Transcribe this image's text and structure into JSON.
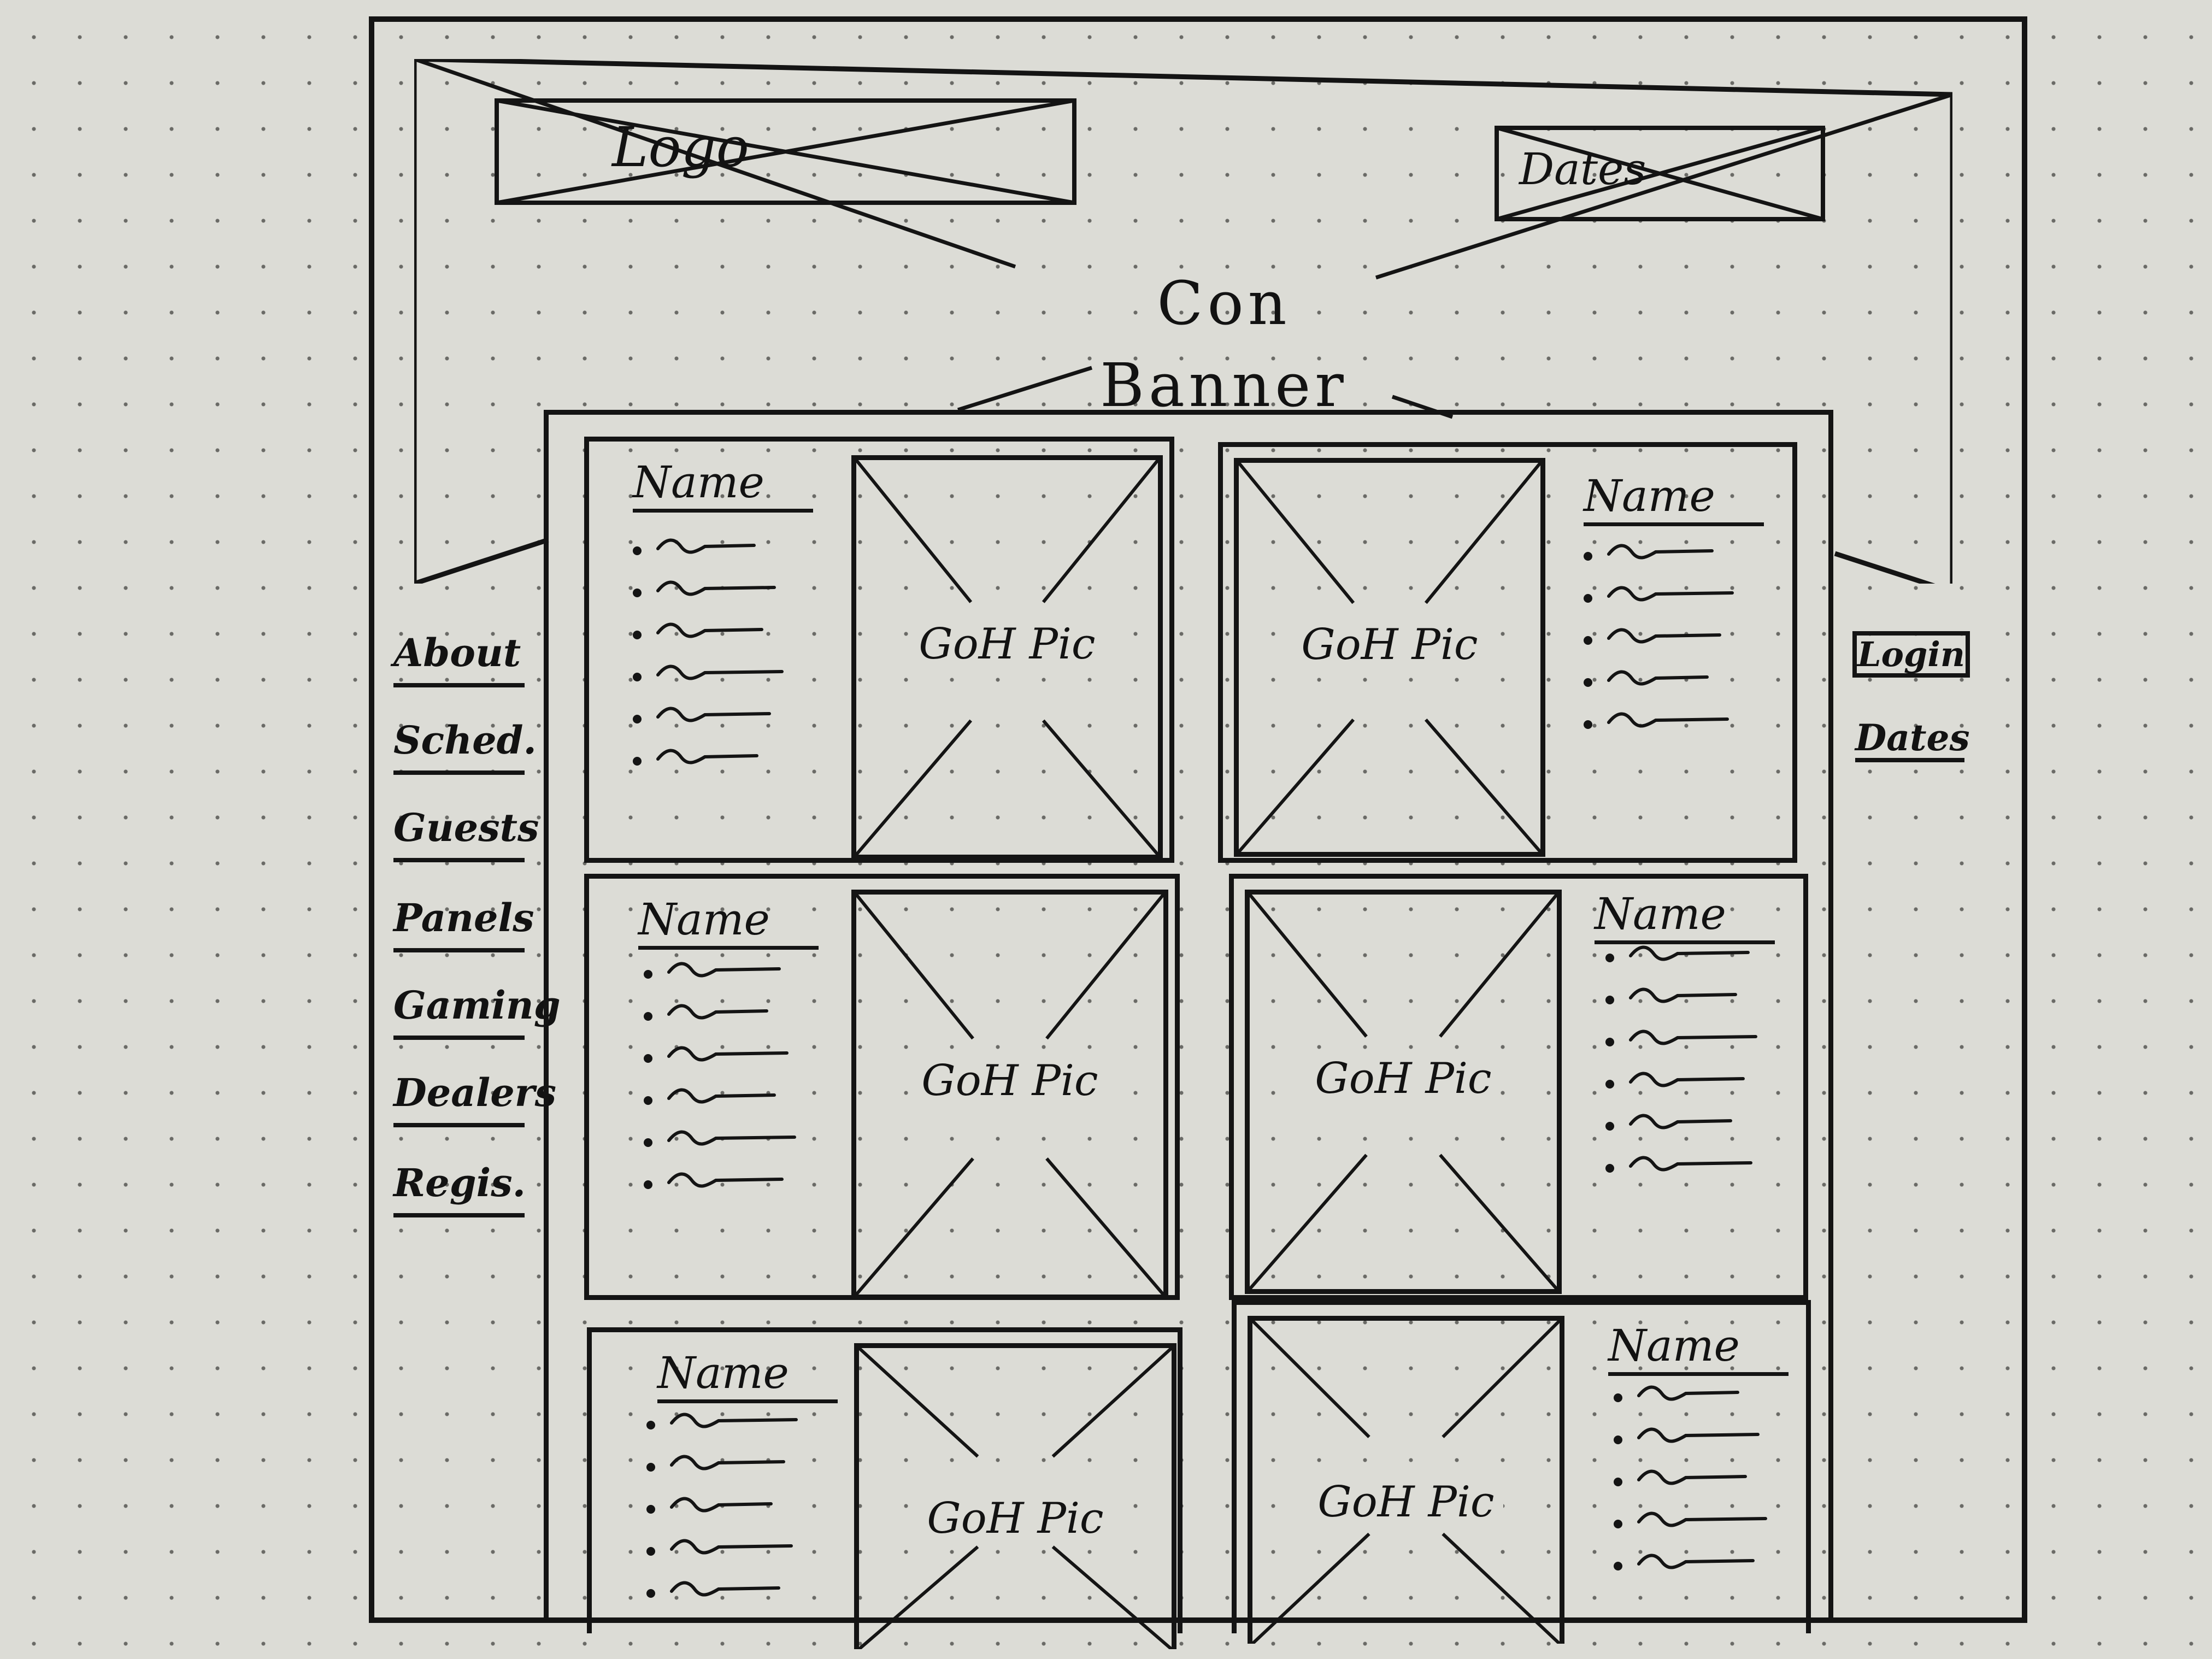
{
  "banner": {
    "title": "Con Banner",
    "logo_label": "Logo",
    "dates_label": "Dates"
  },
  "nav": {
    "items": [
      "About",
      "Sched.",
      "Guests",
      "Panels",
      "Gaming",
      "Dealers",
      "Regis."
    ]
  },
  "sidebar_right": {
    "login_label": "Login",
    "dates_label": "Dates"
  },
  "guests": [
    {
      "name": "Name",
      "pic_label": "GoH Pic",
      "bullets": 6
    },
    {
      "name": "Name",
      "pic_label": "GoH Pic",
      "bullets": 5
    },
    {
      "name": "Name",
      "pic_label": "GoH Pic",
      "bullets": 6
    },
    {
      "name": "Name",
      "pic_label": "GoH Pic",
      "bullets": 6
    },
    {
      "name": "Name",
      "pic_label": "GoH Pic",
      "bullets": 5
    },
    {
      "name": "Name",
      "pic_label": "GoH Pic",
      "bullets": 5
    }
  ]
}
